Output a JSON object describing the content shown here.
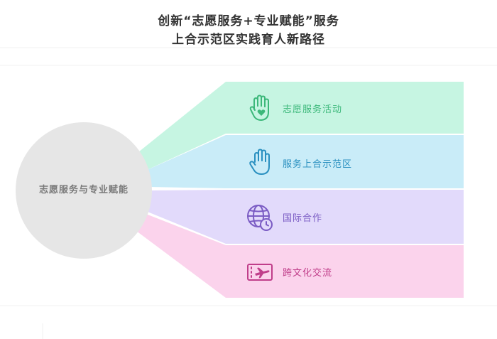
{
  "title": {
    "line1": "创新“志愿服务+专业赋能”服务",
    "line2": "上合示范区实践育人新路径"
  },
  "hub": {
    "label": "志愿服务与专业赋能",
    "color": "#e6e6e6"
  },
  "items": [
    {
      "label": "志愿服务活动",
      "icon": "hand-heart-icon",
      "color": "#c6f5e2",
      "accent": "#3cb87a"
    },
    {
      "label": "服务上合示范区",
      "icon": "raised-hand-icon",
      "color": "#c9ecf8",
      "accent": "#2a90c0"
    },
    {
      "label": "国际合作",
      "icon": "globe-clock-icon",
      "color": "#e2dafb",
      "accent": "#7b5cc4"
    },
    {
      "label": "跨文化交流",
      "icon": "flight-ticket-icon",
      "color": "#fbd3ec",
      "accent": "#c03e8a"
    }
  ]
}
